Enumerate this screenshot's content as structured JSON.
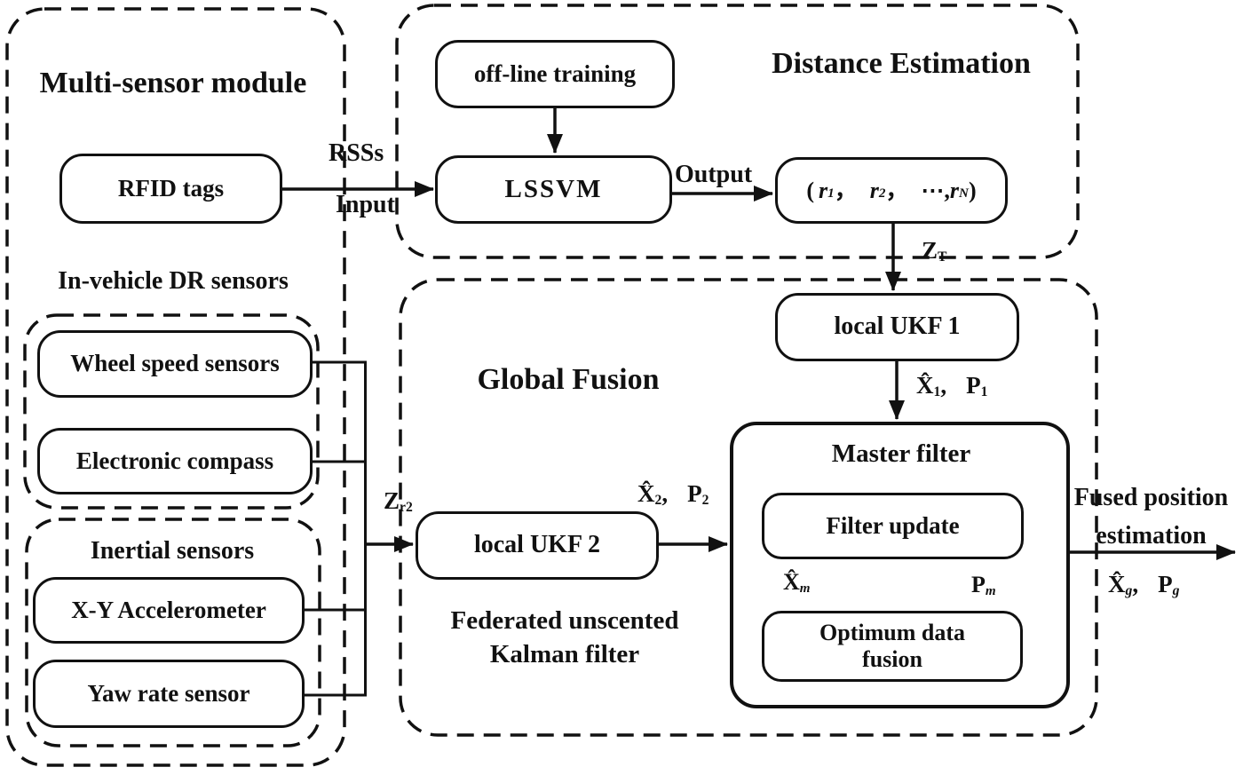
{
  "multi_sensor_module": {
    "title": "Multi-sensor module",
    "rfid_tags": "RFID tags",
    "dr_heading": "In-vehicle DR sensors",
    "wheel_speed": "Wheel speed sensors",
    "electronic_compass": "Electronic compass",
    "inertial_heading": "Inertial sensors",
    "xy_accelerometer": "X-Y Accelerometer",
    "yaw_rate": "Yaw rate sensor"
  },
  "distance_estimation": {
    "title": "Distance Estimation",
    "offline_training": "off-line training",
    "lssvm": "LSSVM",
    "r_tuple": {
      "open": "(",
      "r1": "r",
      "s1": "1",
      "c1": "，",
      "r2": "r",
      "s2": "2",
      "c2": "，",
      "dots": "⋯,",
      "rn": "r",
      "sn": "N",
      "close": ")"
    }
  },
  "global_fusion": {
    "title": "Global Fusion",
    "local_ukf_1": "local UKF 1",
    "local_ukf_2": "local UKF 2",
    "master_filter": "Master filter",
    "filter_update": "Filter update",
    "optimum_line1": "Optimum data",
    "optimum_line2": "fusion",
    "federated_line1": "Federated unscented",
    "federated_line2": "Kalman filter"
  },
  "labels": {
    "rsss": "RSSs",
    "input": "Input",
    "output": "Output",
    "z_t": {
      "base": "Z",
      "sub": "T"
    },
    "z_r2": {
      "base": "Z",
      "sub": "r2"
    },
    "x1_p1": {
      "x": "X̂",
      "xs": "1",
      "comma": ",",
      "p": "P",
      "ps": "1"
    },
    "x2_p2": {
      "x": "X̂",
      "xs": "2",
      "comma": ",",
      "p": "P",
      "ps": "2"
    },
    "x_m": {
      "base": "X̂",
      "sub": "m"
    },
    "p_m": {
      "base": "P",
      "sub": "m"
    },
    "fused_line1": "Fused position",
    "fused_line2": "estimation",
    "xg_pg": {
      "x": "X̂",
      "xs": "g",
      "comma": ",",
      "p": "P",
      "ps": "g"
    }
  },
  "colors": {
    "stroke": "#111111",
    "background": "#ffffff"
  }
}
